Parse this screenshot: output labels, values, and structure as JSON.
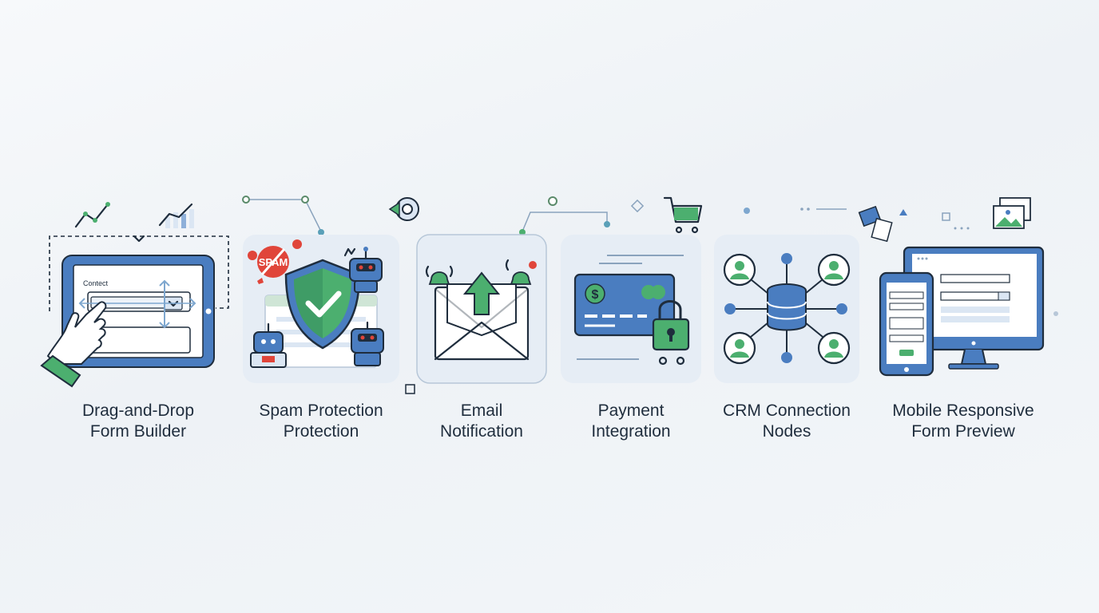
{
  "features": [
    {
      "line1": "Drag-and-Drop",
      "line2": "Form Builder",
      "icon": "tablet-drag-drop-icon"
    },
    {
      "line1": "Spam Protection",
      "line2": "Protection",
      "icon": "shield-check-icon"
    },
    {
      "line1": "Email",
      "line2": "Notification",
      "icon": "envelope-icon"
    },
    {
      "line1": "Payment",
      "line2": "Integration",
      "icon": "credit-card-lock-icon"
    },
    {
      "line1": "CRM Connection",
      "line2": "Nodes",
      "icon": "database-network-icon"
    },
    {
      "line1": "Mobile Responsive",
      "line2": "Form Preview",
      "icon": "devices-icon"
    }
  ],
  "artwork_text": {
    "form_field_label": "Contect",
    "spam_badge": "SPAM"
  },
  "colors": {
    "blue": "#4a7dc0",
    "dark": "#1f2d3d",
    "green": "#4caf6f",
    "red": "#e0453a",
    "tile": "#e6edf5"
  }
}
